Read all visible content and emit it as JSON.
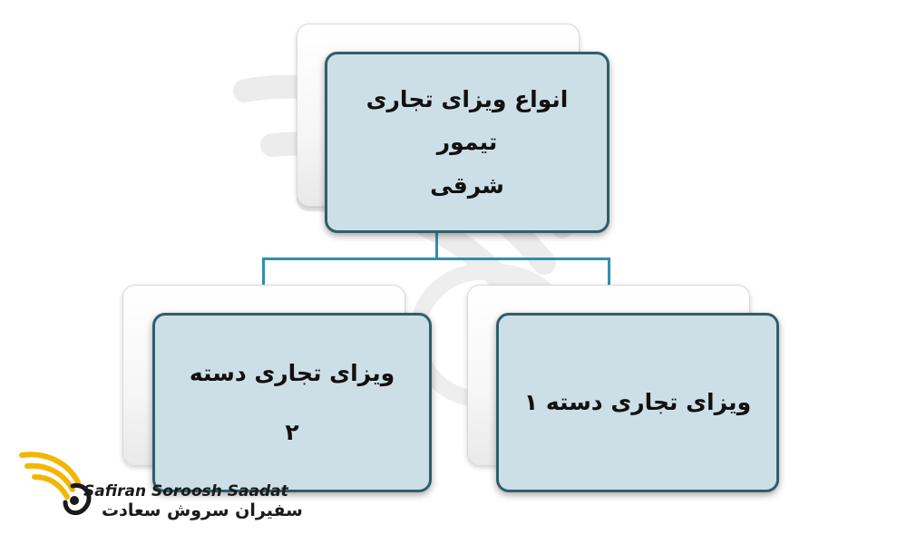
{
  "diagram": {
    "root": {
      "lines": [
        "انواع ویزای تجاری تیمور",
        "شرقی"
      ]
    },
    "children": [
      {
        "lines": [
          "ویزای تجاری دسته ۱"
        ]
      },
      {
        "lines": [
          "ویزای تجاری دسته",
          "۲"
        ]
      }
    ]
  },
  "logo": {
    "english": "Safiran Soroosh Saadat",
    "persian": "سفیران سروش سعادت"
  },
  "colors": {
    "node_fill": "#cddfe6",
    "node_border": "#2f5e6b",
    "connector": "#2d8fb0",
    "logo_gold": "#f2b705"
  }
}
